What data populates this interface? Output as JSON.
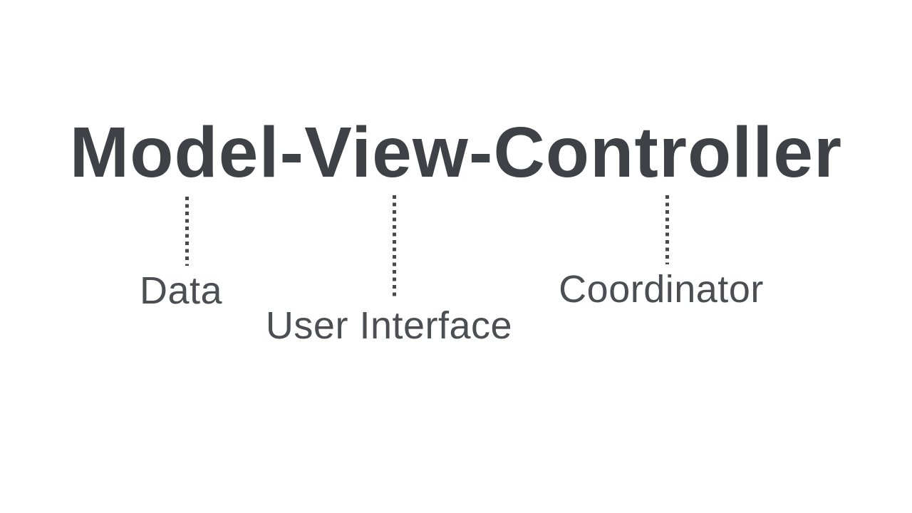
{
  "diagram": {
    "title": "Model-View-Controller",
    "annotations": [
      {
        "term": "Model",
        "label": "Data"
      },
      {
        "term": "View",
        "label": "User Interface"
      },
      {
        "term": "Controller",
        "label": "Coordinator"
      }
    ],
    "colors": {
      "background": "#FFFFFF",
      "title_text": "#3E4146",
      "label_text": "#4B4E52",
      "connector_dots": "#47494C"
    }
  }
}
